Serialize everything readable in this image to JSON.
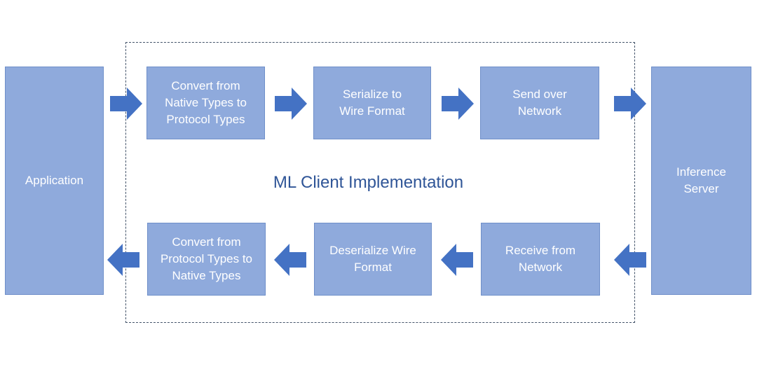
{
  "diagram": {
    "group_title": "ML Client Implementation",
    "application": "Application",
    "server": "Inference\nServer",
    "request_path": [
      "Convert from\nNative Types to\nProtocol Types",
      "Serialize to\nWire Format",
      "Send over\nNetwork"
    ],
    "response_path": [
      "Convert from\nProtocol Types to\nNative Types",
      "Deserialize Wire\nFormat",
      "Receive from\nNetwork"
    ]
  },
  "colors": {
    "box_fill": "#8faadc",
    "box_border": "#6f8fc9",
    "arrow": "#4472c4",
    "title_text": "#2f5597",
    "boundary": "#44546a"
  }
}
